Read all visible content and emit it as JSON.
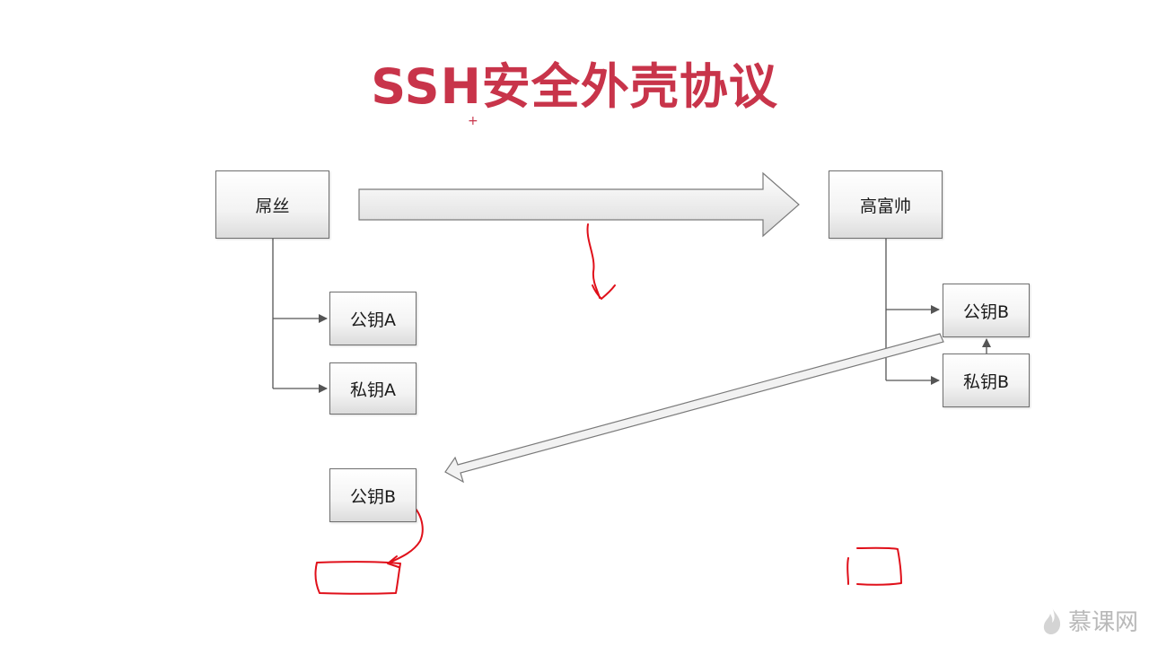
{
  "title": "SSH安全外壳协议",
  "nodes": {
    "left_user": "屌丝",
    "right_user": "高富帅",
    "public_key_a": "公钥A",
    "private_key_a": "私钥A",
    "public_key_b": "公钥B",
    "private_key_b": "私钥B",
    "received_public_key_b": "公钥B"
  },
  "watermark": {
    "text": "慕课网",
    "icon": "flame-icon"
  },
  "colors": {
    "title": "#c8344a",
    "annotation": "#e0101a",
    "connector": "#555555"
  }
}
